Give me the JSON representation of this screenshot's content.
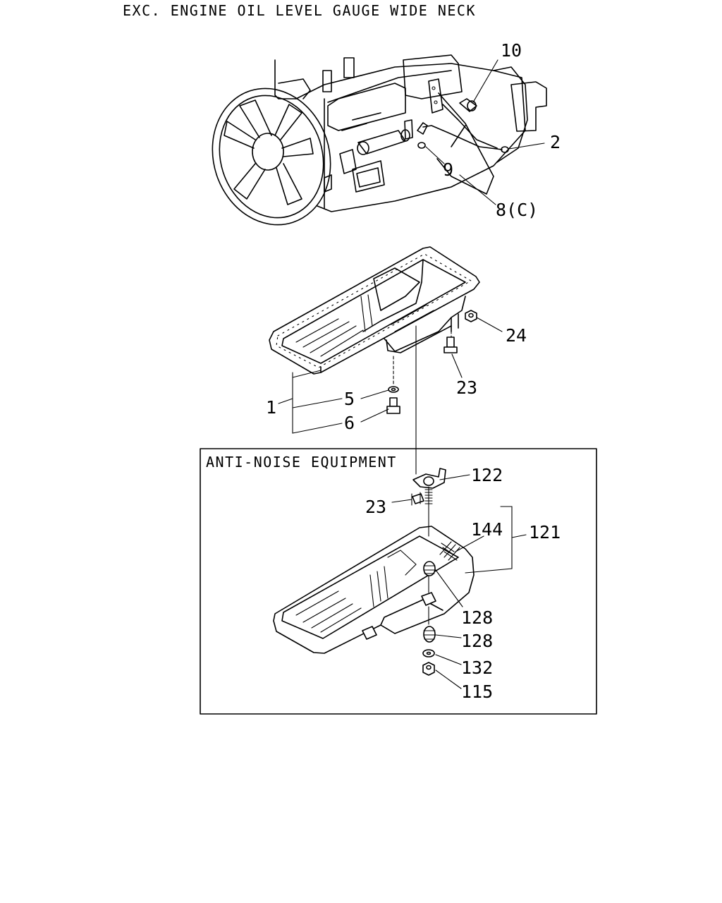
{
  "title": "EXC. ENGINE OIL LEVEL GAUGE WIDE NECK",
  "box_title": "ANTI-NOISE EQUIPMENT",
  "callouts": {
    "c10": "10",
    "c2": "2",
    "c9": "9",
    "c8": "8(C)",
    "c24": "24",
    "c23a": "23",
    "c1": "1",
    "c5": "5",
    "c6": "6",
    "c122": "122",
    "c23b": "23",
    "c144": "144",
    "c121": "121",
    "c128a": "128",
    "c128b": "128",
    "c132": "132",
    "c115": "115"
  }
}
